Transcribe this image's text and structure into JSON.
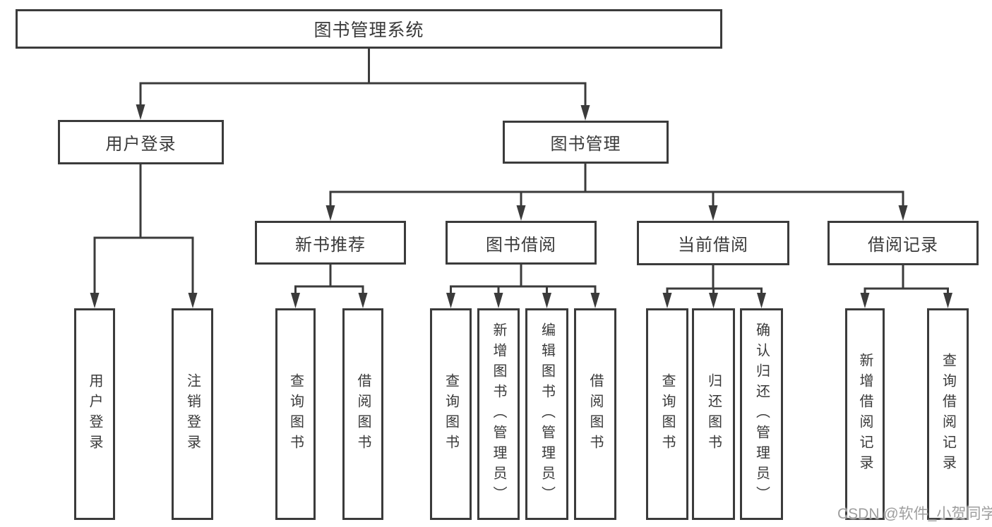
{
  "diagram": {
    "title": "图书管理系统",
    "nodes": [
      {
        "id": "root",
        "label": "图书管理系统",
        "level": 1,
        "parent": null
      },
      {
        "id": "user-login",
        "label": "用户登录",
        "level": 2,
        "parent": "root"
      },
      {
        "id": "book-mgmt",
        "label": "图书管理",
        "level": 2,
        "parent": "root"
      },
      {
        "id": "new-book-rec",
        "label": "新书推荐",
        "level": 3,
        "parent": "book-mgmt"
      },
      {
        "id": "book-borrow",
        "label": "图书借阅",
        "level": 3,
        "parent": "book-mgmt"
      },
      {
        "id": "current-borrow",
        "label": "当前借阅",
        "level": 3,
        "parent": "book-mgmt"
      },
      {
        "id": "borrow-record",
        "label": "借阅记录",
        "level": 3,
        "parent": "book-mgmt"
      },
      {
        "id": "leaf-user-login",
        "label": "用户登录",
        "level": 4,
        "parent": "user-login"
      },
      {
        "id": "leaf-logout",
        "label": "注销登录",
        "level": 4,
        "parent": "user-login"
      },
      {
        "id": "leaf-query-book-1",
        "label": "查询图书",
        "level": 4,
        "parent": "new-book-rec"
      },
      {
        "id": "leaf-borrow-book-1",
        "label": "借阅图书",
        "level": 4,
        "parent": "new-book-rec"
      },
      {
        "id": "leaf-query-book-2",
        "label": "查询图书",
        "level": 4,
        "parent": "book-borrow"
      },
      {
        "id": "leaf-add-book",
        "label": "新增图书（管理员）",
        "level": 4,
        "parent": "book-borrow"
      },
      {
        "id": "leaf-edit-book",
        "label": "编辑图书（管理员）",
        "level": 4,
        "parent": "book-borrow"
      },
      {
        "id": "leaf-borrow-book-2",
        "label": "借阅图书",
        "level": 4,
        "parent": "book-borrow"
      },
      {
        "id": "leaf-query-book-3",
        "label": "查询图书",
        "level": 4,
        "parent": "current-borrow"
      },
      {
        "id": "leaf-return-book",
        "label": "归还图书",
        "level": 4,
        "parent": "current-borrow"
      },
      {
        "id": "leaf-confirm-return",
        "label": "确认归还（管理员）",
        "level": 4,
        "parent": "current-borrow"
      },
      {
        "id": "leaf-add-record",
        "label": "新增借阅记录",
        "level": 4,
        "parent": "borrow-record"
      },
      {
        "id": "leaf-query-record",
        "label": "查询借阅记录",
        "level": 4,
        "parent": "borrow-record"
      }
    ],
    "watermark": {
      "text": "CSDN @软件_小贺同学"
    },
    "colors": {
      "line": "#3b3b3b",
      "border": "#3b3b3b",
      "text": "#3a3a3a",
      "box_fill": "#ffffff",
      "background": "#ffffff",
      "watermark": "#9e9e9e"
    }
  }
}
